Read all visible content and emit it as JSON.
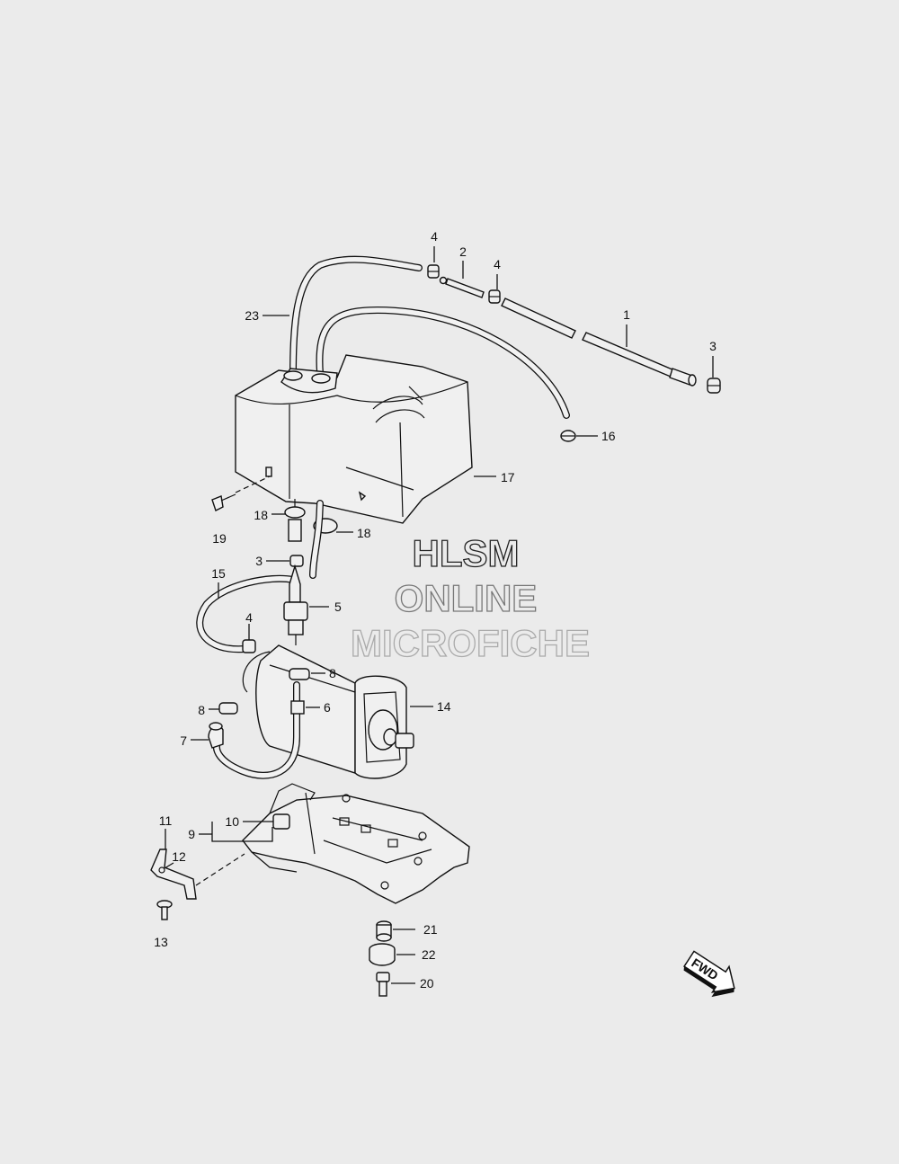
{
  "watermark": {
    "line1": "HLSM",
    "line2": "ONLINE",
    "line3": "MICROFICHE"
  },
  "fwd_label": "FWD",
  "callouts": [
    {
      "label": "4"
    },
    {
      "label": "2"
    },
    {
      "label": "4"
    },
    {
      "label": "1"
    },
    {
      "label": "3"
    },
    {
      "label": "23"
    },
    {
      "label": "16"
    },
    {
      "label": "17"
    },
    {
      "label": "18"
    },
    {
      "label": "18"
    },
    {
      "label": "19"
    },
    {
      "label": "3"
    },
    {
      "label": "15"
    },
    {
      "label": "5"
    },
    {
      "label": "4"
    },
    {
      "label": "8"
    },
    {
      "label": "14"
    },
    {
      "label": "8"
    },
    {
      "label": "6"
    },
    {
      "label": "7"
    },
    {
      "label": "11"
    },
    {
      "label": "10"
    },
    {
      "label": "9"
    },
    {
      "label": "12"
    },
    {
      "label": "13"
    },
    {
      "label": "21"
    },
    {
      "label": "22"
    },
    {
      "label": "20"
    }
  ],
  "colors": {
    "background": "#ebebeb",
    "line": "#111111",
    "watermark_dark": "#222222",
    "watermark_light": "#9a9a9a"
  }
}
